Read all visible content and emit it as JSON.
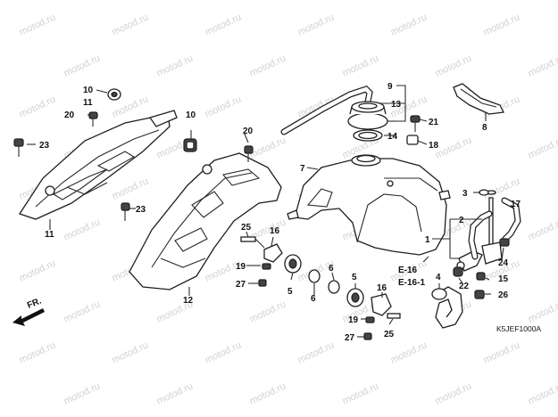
{
  "watermark": "motod.ru",
  "diagram_code": "K5JEF1000A",
  "front_indicator": "FR.",
  "refs": {
    "e16": "E-16",
    "e161": "E-16-1"
  },
  "callouts": {
    "c1": "1",
    "c2": "2",
    "c3": "3",
    "c4": "4",
    "c5a": "5",
    "c5b": "5",
    "c6a": "6",
    "c6b": "6",
    "c7": "7",
    "c8": "8",
    "c9": "9",
    "c10a": "10",
    "c10b": "10",
    "c11a": "11",
    "c11b": "11",
    "c12": "12",
    "c13": "13",
    "c14": "14",
    "c15": "15",
    "c16a": "16",
    "c16b": "16",
    "c17": "17",
    "c18": "18",
    "c19a": "19",
    "c19b": "19",
    "c20a": "20",
    "c20b": "20",
    "c21": "21",
    "c22": "22",
    "c23a": "23",
    "c23b": "23",
    "c24": "24",
    "c25a": "25",
    "c25b": "25",
    "c26": "26",
    "c27a": "27",
    "c27b": "27"
  }
}
